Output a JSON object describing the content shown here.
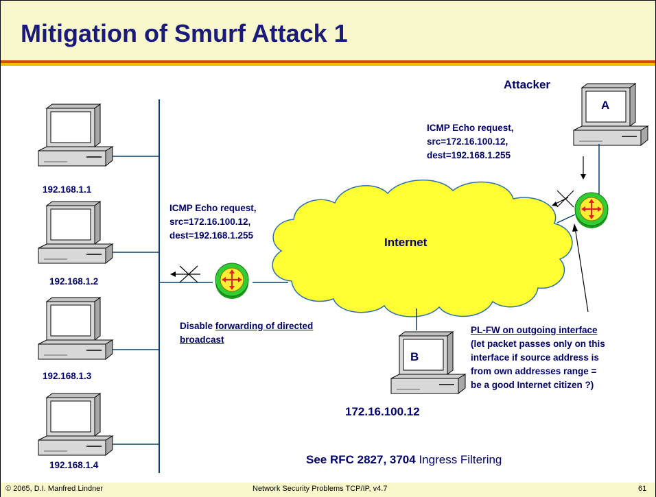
{
  "slide": {
    "title": "Mitigation of Smurf Attack 1",
    "footer_left": "© 2065, D.I. Manfred Lindner",
    "footer_center": "Network Security Problems TCP/IP, v4.7",
    "page_number": "61"
  },
  "hosts": [
    {
      "ip": "192.168.1.1"
    },
    {
      "ip": "192.168.1.2"
    },
    {
      "ip": "192.168.1.3"
    },
    {
      "ip": "192.168.1.4"
    }
  ],
  "attacker": {
    "label": "Attacker",
    "host_letter": "A",
    "req_line1": "ICMP Echo request,",
    "req_line2": "src=172.16.100.12,",
    "req_line3": "dest=192.168.1.255"
  },
  "victim": {
    "host_letter": "B",
    "ip": "172.16.100.12"
  },
  "cloud": {
    "label": "Internet"
  },
  "broadcast_request": {
    "line1": "ICMP Echo request,",
    "line2": "src=172.16.100.12,",
    "line3": "dest=192.168.1.255"
  },
  "disable_note": {
    "prefix": "Disable ",
    "underlined_1": "forwarding of directed",
    "underlined_2": "broadcast"
  },
  "plfw_note": {
    "title": "PL-FW on outgoing interface",
    "line1": "(let packet passes only on this",
    "line2": "interface if source address  is",
    "line3": "from own addresses range =",
    "line4": "be a good Internet citizen ?)"
  },
  "rfc_note": {
    "bold": "See RFC 2827, 3704",
    "normal": " Ingress Filtering"
  },
  "colors": {
    "title": "#1a1a7a",
    "label": "#000066",
    "header_bg": "#f8f8cc",
    "rule_red": "#d24d0c",
    "rule_yellow": "#f0c000",
    "cloud_fill": "#ffff33",
    "router_green": "#33cc33",
    "router_core": "#ffee33",
    "router_arrow": "#dd2222"
  }
}
